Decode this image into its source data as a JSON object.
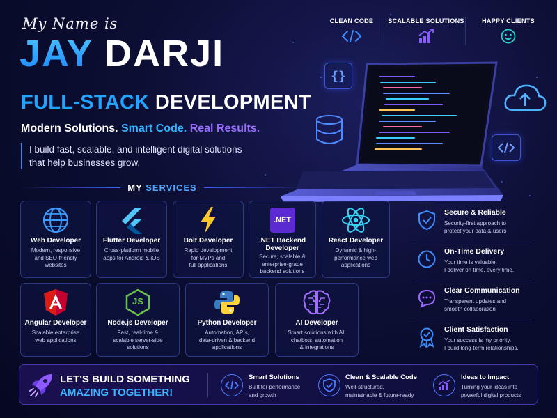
{
  "header": {
    "intro_script": "My Name is",
    "first_name": "JAY",
    "last_name": "DARJI",
    "role_highlight": "FULL-STACK",
    "role_rest": "DEVELOPMENT",
    "tagline": [
      "Modern Solutions.",
      "Smart Code.",
      "Real Results."
    ],
    "intro_lines": [
      "I build fast, scalable, and intelligent digital solutions",
      "that help businesses grow."
    ]
  },
  "badges": [
    {
      "label": "CLEAN CODE",
      "icon": "code-icon"
    },
    {
      "label": "SCALABLE SOLUTIONS",
      "icon": "growth-chart-icon"
    },
    {
      "label": "HAPPY CLIENTS",
      "icon": "smiley-icon"
    }
  ],
  "services_title": {
    "part1": "MY",
    "part2": "SERVICES"
  },
  "services": [
    {
      "title": "Web Developer",
      "desc": [
        "Modern, responsive",
        "and SEO-friendly",
        "websites"
      ],
      "icon": "globe-icon"
    },
    {
      "title": "Flutter Developer",
      "desc": [
        "Cross-platform mobile",
        "apps for Android & iOS"
      ],
      "icon": "flutter-icon"
    },
    {
      "title": "Bolt Developer",
      "desc": [
        "Rapid development",
        "for MVPs and",
        "full applications"
      ],
      "icon": "bolt-icon"
    },
    {
      "title": [
        ".NET Backend",
        "Developer"
      ],
      "desc": [
        "Secure, scalable &",
        "enterprise-grade",
        "backend solutions"
      ],
      "icon": "dotnet-icon",
      "icon_text": ".NET"
    },
    {
      "title": "React Developer",
      "desc": [
        "Dynamic & high-",
        "performance web",
        "applications"
      ],
      "icon": "react-icon"
    },
    {
      "title": "Angular Developer",
      "desc": [
        "Scalable enterprise",
        "web applications"
      ],
      "icon": "angular-icon"
    },
    {
      "title": "Node.js Developer",
      "desc": [
        "Fast, real-time &",
        "scalable server-side",
        "solutions"
      ],
      "icon": "nodejs-icon",
      "icon_text": "JS"
    },
    {
      "title": "Python Developer",
      "desc": [
        "Automation, APIs,",
        "data-driven & backend",
        "applications"
      ],
      "icon": "python-icon"
    },
    {
      "title": "AI Developer",
      "desc": [
        "Smart solutions with AI,",
        "chatbots, automation",
        "& integrations"
      ],
      "icon": "ai-brain-icon"
    }
  ],
  "features": [
    {
      "title": "Secure & Reliable",
      "desc": [
        "Security-first approach to",
        "protect your data & users"
      ],
      "icon": "shield-check-icon"
    },
    {
      "title": "On-Time Delivery",
      "desc": [
        "Your time is valuable,",
        "I deliver on time, every time."
      ],
      "icon": "clock-icon"
    },
    {
      "title": "Clear Communication",
      "desc": [
        "Transparent updates and",
        "smooth collaboration"
      ],
      "icon": "chat-icon"
    },
    {
      "title": "Client Satisfaction",
      "desc": [
        "Your success is my priority.",
        "I build long-term relationships."
      ],
      "icon": "award-icon"
    }
  ],
  "banner": {
    "cta_line1": "LET'S BUILD SOMETHING",
    "cta_line2": "AMAZING TOGETHER!",
    "items": [
      {
        "title": "Smart Solutions",
        "desc": [
          "Built for performance",
          "and growth"
        ],
        "icon": "code-icon"
      },
      {
        "title": "Clean & Scalable Code",
        "desc": [
          "Well-structured,",
          "maintainable & future-ready"
        ],
        "icon": "shield-check-icon"
      },
      {
        "title": "Ideas to Impact",
        "desc": [
          "Turning your ideas into",
          "powerful digital products"
        ],
        "icon": "growth-chart-icon"
      }
    ]
  },
  "colors": {
    "accent_blue": "#1fa4ff",
    "accent_purple": "#9b6cff",
    "background": "#0c0e33"
  }
}
